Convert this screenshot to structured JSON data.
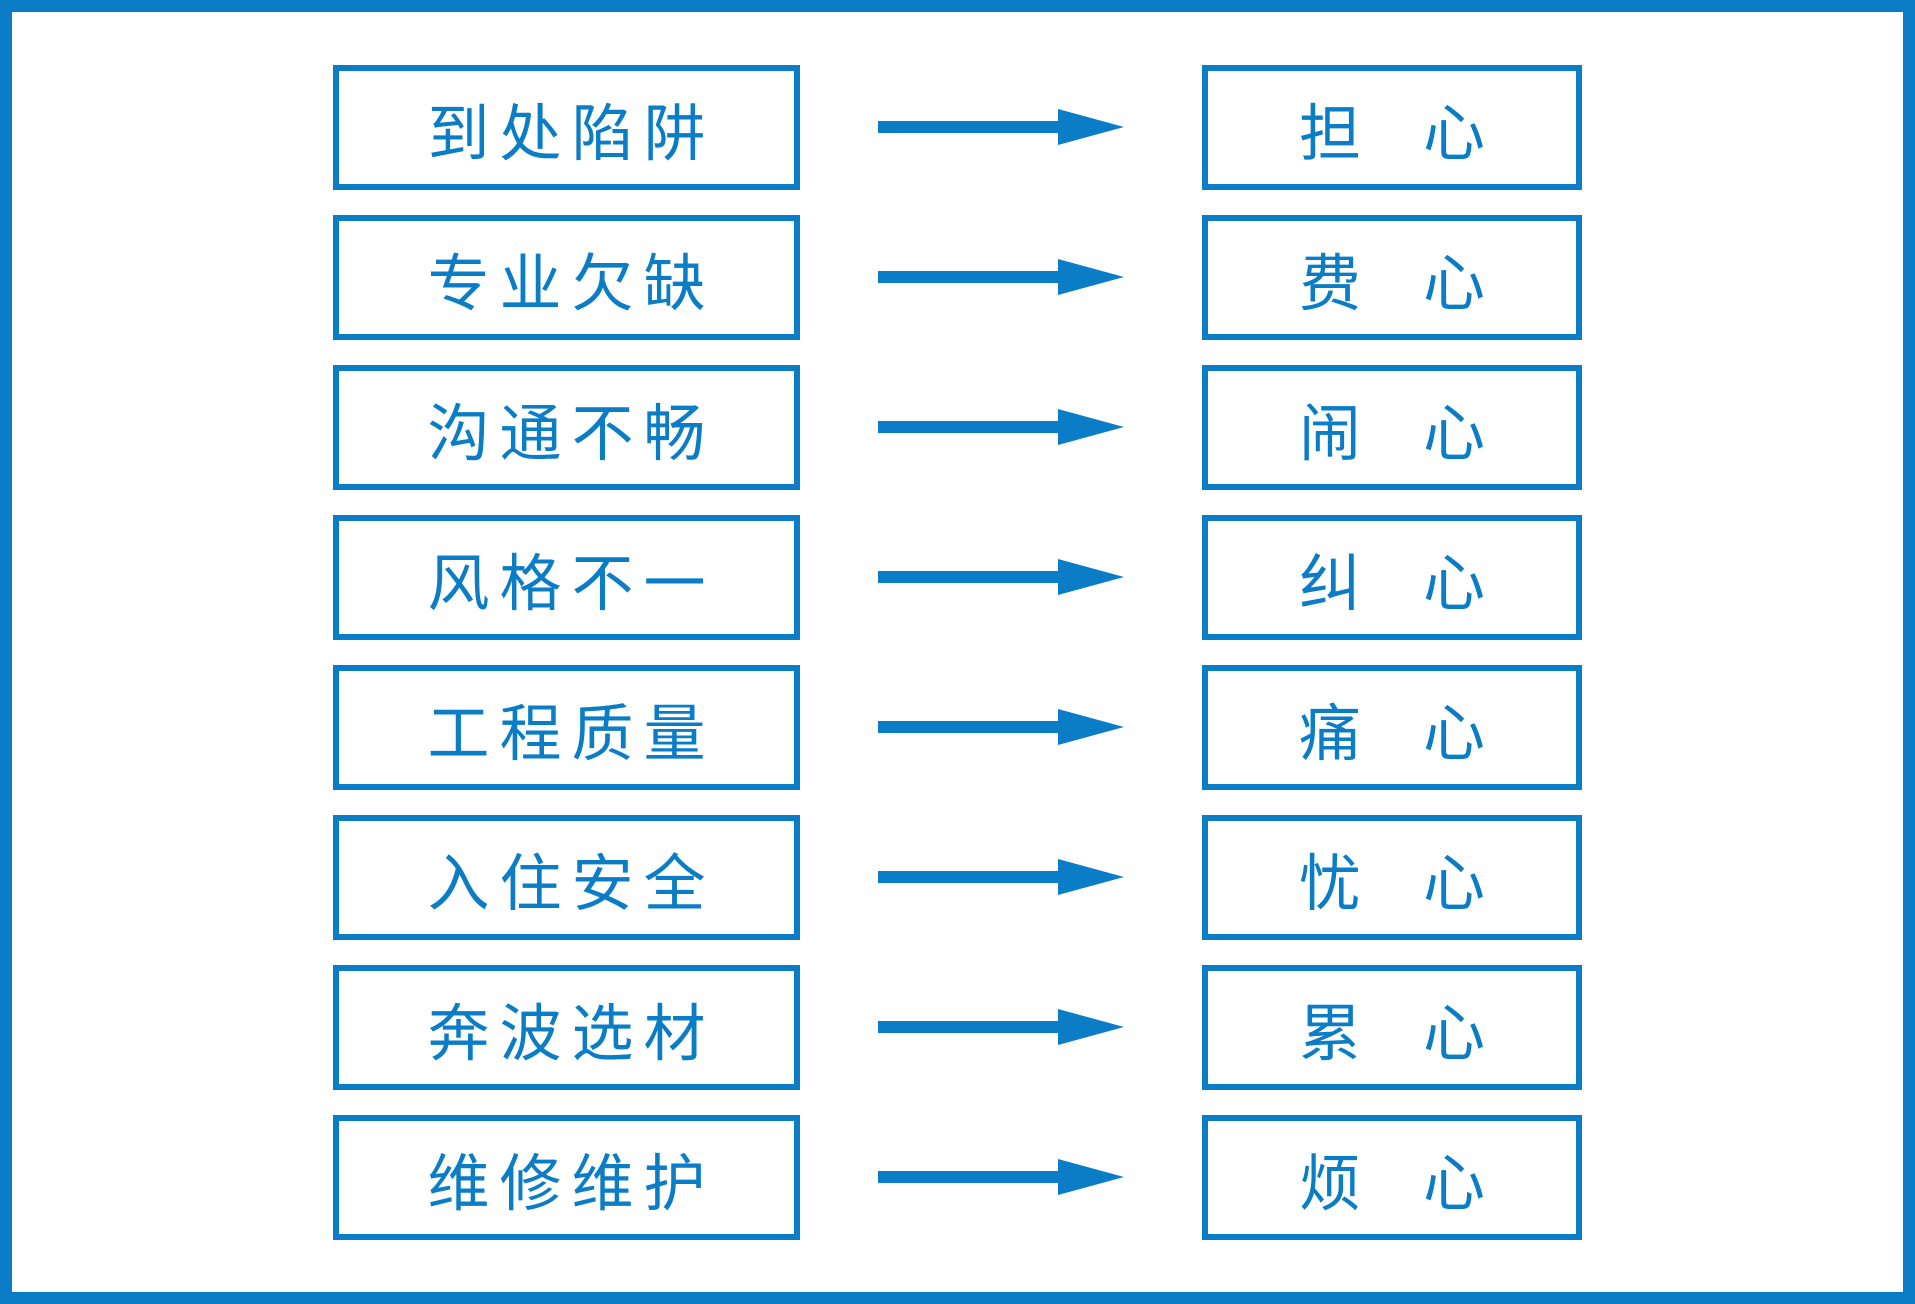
{
  "colors": {
    "accent": "#0a7dc6",
    "background": "#ffffff"
  },
  "rows": [
    {
      "cause": "到处陷阱",
      "effect_char": "担",
      "effect_suffix": "心"
    },
    {
      "cause": "专业欠缺",
      "effect_char": "费",
      "effect_suffix": "心"
    },
    {
      "cause": "沟通不畅",
      "effect_char": "闹",
      "effect_suffix": "心"
    },
    {
      "cause": "风格不一",
      "effect_char": "纠",
      "effect_suffix": "心"
    },
    {
      "cause": "工程质量",
      "effect_char": "痛",
      "effect_suffix": "心"
    },
    {
      "cause": "入住安全",
      "effect_char": "忧",
      "effect_suffix": "心"
    },
    {
      "cause": "奔波选材",
      "effect_char": "累",
      "effect_suffix": "心"
    },
    {
      "cause": "维修维护",
      "effect_char": "烦",
      "effect_suffix": "心"
    }
  ]
}
